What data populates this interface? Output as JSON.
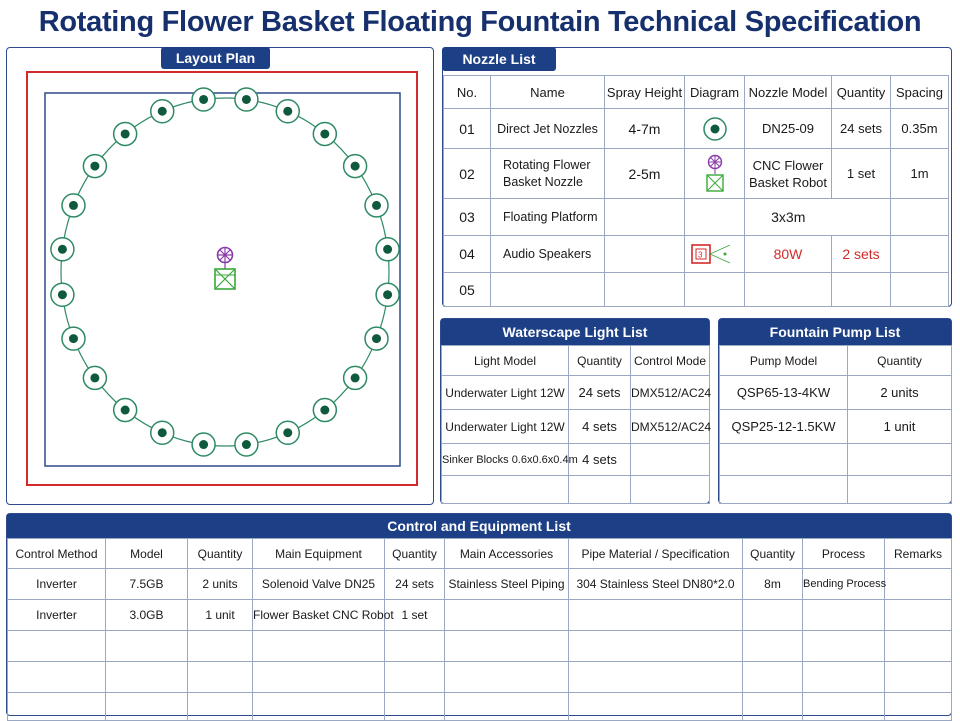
{
  "title": "Rotating Flower Basket Floating Fountain Technical Specification",
  "layout_plan": {
    "tab": "Layout Plan",
    "icons": [
      "jet-nozzle-icon",
      "flower-basket-nozzle-icon",
      "cnc-robot-icon"
    ],
    "colors": {
      "outer_border": "#d42a2a",
      "inner_border": "#2c4a8c",
      "nozzle": "#0f5a3c",
      "ring": "#2e8a63",
      "flower": "#8a3aa8",
      "robot": "#3aa83a"
    }
  },
  "nozzle_list": {
    "tab": "Nozzle List",
    "headers": [
      "No.",
      "Name",
      "Spray Height",
      "Diagram",
      "Nozzle Model",
      "Quantity",
      "Spacing"
    ],
    "rows": [
      {
        "no": "01",
        "name": "Direct Jet Nozzles",
        "height": "4-7m",
        "model": "DN25-09",
        "qty": "24 sets",
        "spacing": "0.35m"
      },
      {
        "no": "02",
        "name": "Rotating Flower Basket Nozzle",
        "height": "2-5m",
        "model": "CNC Flower Basket Robot",
        "qty": "1 set",
        "spacing": "1m"
      },
      {
        "no": "03",
        "name": "Floating Platform",
        "height": "",
        "model": "3x3m",
        "qty": "",
        "spacing": ""
      },
      {
        "no": "04",
        "name": "Audio Speakers",
        "height": "",
        "model": "80W",
        "qty": "2 sets",
        "spacing": ""
      },
      {
        "no": "05",
        "name": "",
        "height": "",
        "model": "",
        "qty": "",
        "spacing": ""
      }
    ],
    "speaker_label": "3"
  },
  "light_list": {
    "title": "Waterscape Light List",
    "headers": [
      "Light Model",
      "Quantity",
      "Control Mode"
    ],
    "rows": [
      [
        "Underwater Light 12W",
        "24 sets",
        "DMX512/AC24"
      ],
      [
        "Underwater Light 12W",
        "4 sets",
        "DMX512/AC24"
      ],
      [
        "Sinker Blocks 0.6x0.6x0.4m",
        "4 sets",
        ""
      ],
      [
        "",
        "",
        ""
      ]
    ]
  },
  "pump_list": {
    "title": "Fountain Pump List",
    "headers": [
      "Pump Model",
      "Quantity"
    ],
    "rows": [
      [
        "QSP65-13-4KW",
        "2 units"
      ],
      [
        "QSP25-12-1.5KW",
        "1 unit"
      ],
      [
        "",
        ""
      ],
      [
        "",
        ""
      ]
    ]
  },
  "control_list": {
    "title": "Control and Equipment List",
    "headers": [
      "Control Method",
      "Model",
      "Quantity",
      "Main Equipment",
      "Quantity",
      "Main Accessories",
      "Pipe Material / Specification",
      "Quantity",
      "Process",
      "Remarks"
    ],
    "rows": [
      [
        "Inverter",
        "7.5GB",
        "2 units",
        "Solenoid Valve DN25",
        "24 sets",
        "Stainless Steel Piping",
        "304 Stainless Steel DN80*2.0",
        "8m",
        "Bending Process",
        ""
      ],
      [
        "Inverter",
        "3.0GB",
        "1 unit",
        "Flower Basket CNC Robot",
        "1 set",
        "",
        "",
        "",
        "",
        ""
      ],
      [
        "",
        "",
        "",
        "",
        "",
        "",
        "",
        "",
        "",
        ""
      ],
      [
        "",
        "",
        "",
        "",
        "",
        "",
        "",
        "",
        "",
        ""
      ],
      [
        "",
        "",
        "",
        "",
        "",
        "",
        "",
        "",
        "",
        ""
      ]
    ]
  }
}
